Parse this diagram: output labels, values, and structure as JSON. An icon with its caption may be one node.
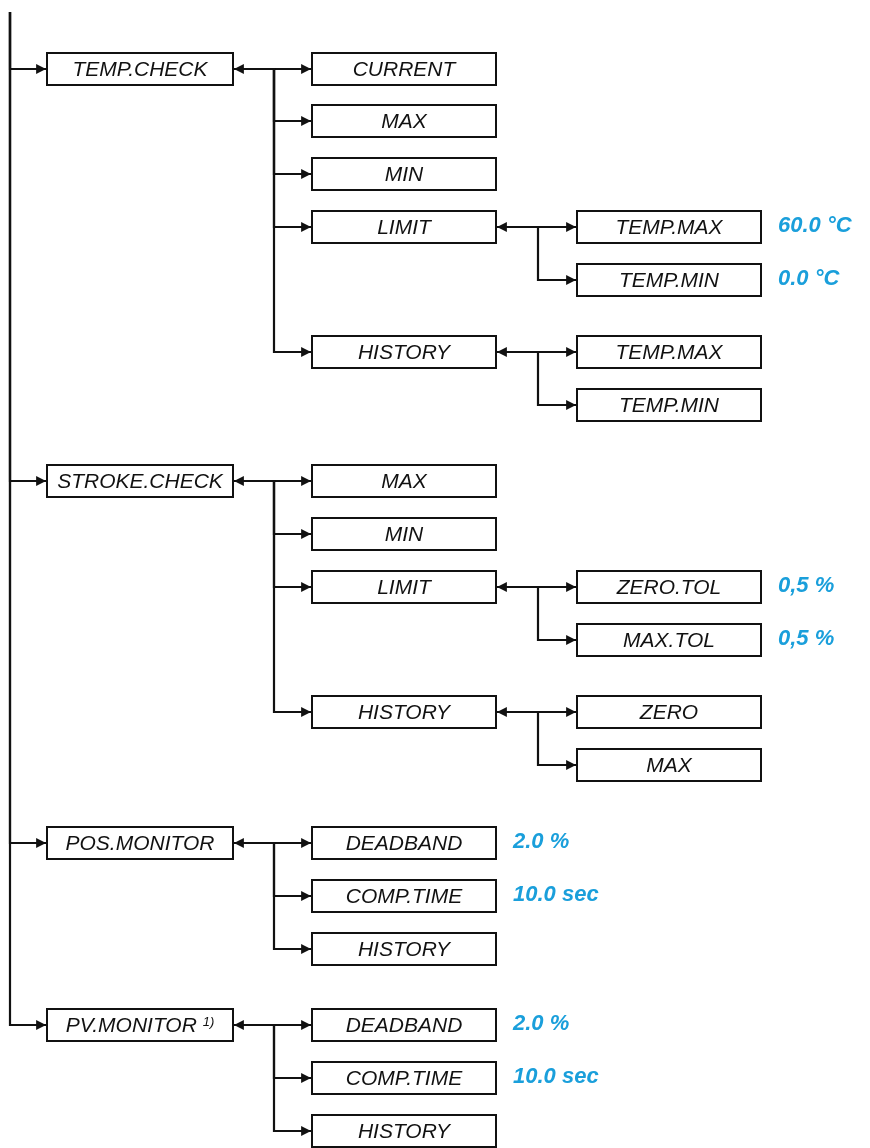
{
  "diagram": {
    "nodes": [
      {
        "text": [
          "TEMP.CHECK"
        ]
      },
      {
        "text": [
          "CURRENT"
        ]
      },
      {
        "text": [
          "MAX"
        ]
      },
      {
        "text": [
          "MIN"
        ]
      },
      {
        "text": [
          "LIMIT"
        ]
      },
      {
        "text": [
          "TEMP.MAX"
        ],
        "beside": [
          "60.0 °C"
        ]
      },
      {
        "text": [
          "TEMP.MIN"
        ],
        "beside": [
          "0.0 °C"
        ]
      },
      {
        "text": [
          "HISTORY"
        ]
      },
      {
        "text": [
          "TEMP.MAX"
        ]
      },
      {
        "text": [
          "TEMP.MIN"
        ]
      },
      {
        "text": [
          "STROKE.CHECK"
        ]
      },
      {
        "text": [
          "MAX"
        ]
      },
      {
        "text": [
          "MIN"
        ]
      },
      {
        "text": [
          "LIMIT"
        ]
      },
      {
        "text": [
          "ZERO.TOL"
        ],
        "beside": [
          "0,5 %"
        ]
      },
      {
        "text": [
          "MAX.TOL"
        ],
        "beside": [
          "0,5 %"
        ]
      },
      {
        "text": [
          "HISTORY"
        ]
      },
      {
        "text": [
          "ZERO"
        ]
      },
      {
        "text": [
          "MAX"
        ]
      },
      {
        "text": [
          "POS.MONITOR"
        ]
      },
      {
        "text": [
          "DEADBAND"
        ],
        "beside": [
          "2.0 %"
        ]
      },
      {
        "text": [
          "COMP.TIME"
        ],
        "beside": [
          "10.0 sec"
        ]
      },
      {
        "text": [
          "HISTORY"
        ]
      },
      {
        "text": [
          "PV.MONITOR $^{1)}$"
        ]
      },
      {
        "text": [
          "DEADBAND"
        ],
        "beside": [
          "2.0 %"
        ]
      },
      {
        "text": [
          "COMP.TIME"
        ],
        "beside": [
          "10.0 sec"
        ]
      },
      {
        "text": [
          "HISTORY"
        ]
      }
    ],
    "edges": [
      {
        "from": null,
        "to": 0,
        "arrow": "to"
      },
      {
        "from": 0,
        "to": 1,
        "arrow": "both"
      },
      {
        "from": 0,
        "to": 2,
        "arrow": "to"
      },
      {
        "from": 0,
        "to": 3,
        "arrow": "to"
      },
      {
        "from": 0,
        "to": 4,
        "arrow": "to"
      },
      {
        "from": 4,
        "to": 5,
        "arrow": "both"
      },
      {
        "from": 4,
        "to": 6,
        "arrow": "to"
      },
      {
        "from": 0,
        "to": 7,
        "arrow": "to"
      },
      {
        "from": 7,
        "to": 8,
        "arrow": "both"
      },
      {
        "from": 7,
        "to": 9,
        "arrow": "to"
      },
      {
        "from": null,
        "to": 10,
        "arrow": "to"
      },
      {
        "from": 10,
        "to": 11,
        "arrow": "both"
      },
      {
        "from": 10,
        "to": 12,
        "arrow": "to"
      },
      {
        "from": 10,
        "to": 13,
        "arrow": "to"
      },
      {
        "from": 13,
        "to": 14,
        "arrow": "both"
      },
      {
        "from": 13,
        "to": 15,
        "arrow": "to"
      },
      {
        "from": 10,
        "to": 16,
        "arrow": "to"
      },
      {
        "from": 16,
        "to": 17,
        "arrow": "both"
      },
      {
        "from": 16,
        "to": 18,
        "arrow": "to"
      },
      {
        "from": null,
        "to": 19,
        "arrow": "to"
      },
      {
        "from": 19,
        "to": 20,
        "arrow": "both"
      },
      {
        "from": 19,
        "to": 21,
        "arrow": "to"
      },
      {
        "from": 19,
        "to": 22,
        "arrow": "to"
      },
      {
        "from": null,
        "to": 23,
        "arrow": "to"
      },
      {
        "from": 23,
        "to": 24,
        "arrow": "both"
      },
      {
        "from": 23,
        "to": 25,
        "arrow": "to"
      },
      {
        "from": 23,
        "to": 26,
        "arrow": "to"
      }
    ]
  }
}
